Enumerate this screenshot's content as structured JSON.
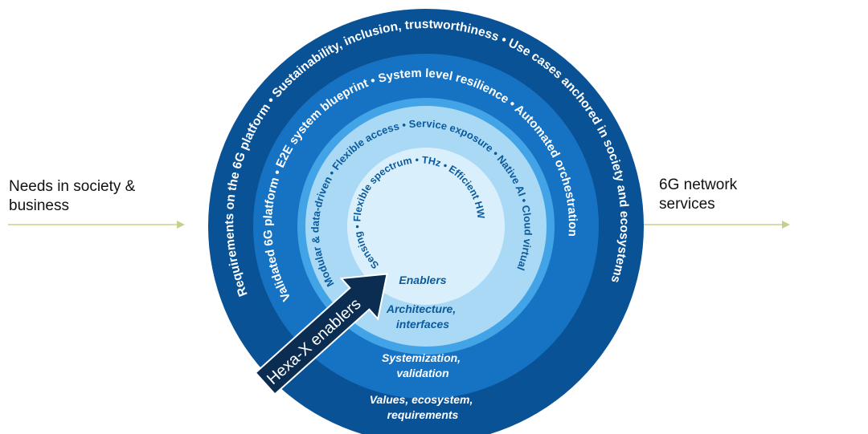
{
  "left_label": [
    "Needs in society &",
    "business"
  ],
  "right_label": [
    "6G network",
    "services"
  ],
  "rings": {
    "outer": "Requirements on the 6G platform • Sustainability, inclusion, trustworthiness • Use cases anchored in society and ecosystems",
    "second": "Validated 6G platform • E2E system blueprint • System level resilience • Automated orchestration",
    "third": "Modular & data-driven • Flexible access • Service exposure • Native AI • Cloud virtual",
    "inner": "Sensing • Flexible spectrum • THz • Efficient HW"
  },
  "ring_labels": {
    "enablers": "Enablers",
    "architecture": [
      "Architecture,",
      "interfaces"
    ],
    "systemization": [
      "Systemization,",
      "validation"
    ],
    "values": [
      "Values, ecosystem,",
      "requirements"
    ]
  },
  "arrow_label": "Hexa-X enablers",
  "colors": {
    "ring_outer": "#0a5296",
    "ring_second": "#1673c3",
    "ring_third": "#42a3e6",
    "ring_fourth": "#a9d9f5",
    "ring_inner": "#d9f0fc",
    "arrow": "#0c2d52",
    "side_arrow": "#c7cf8f"
  }
}
